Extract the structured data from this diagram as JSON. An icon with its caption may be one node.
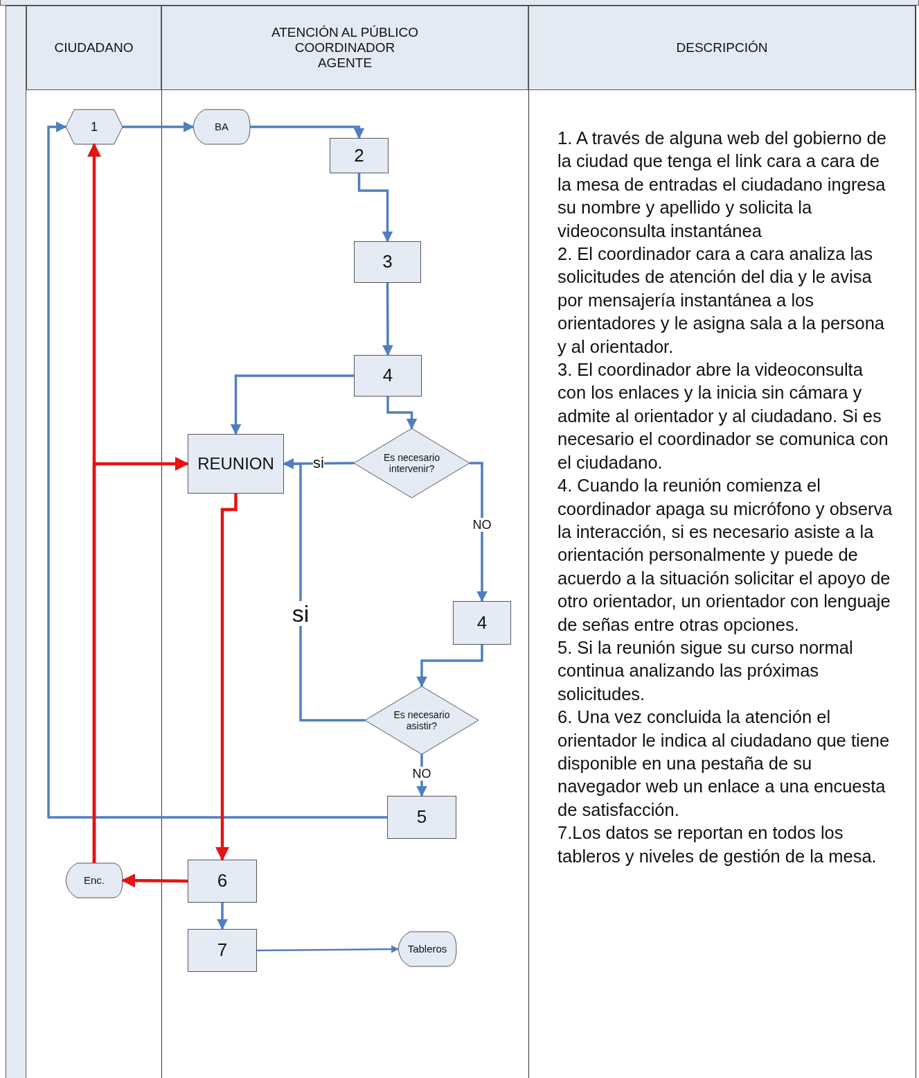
{
  "diagram": {
    "nodes": [
      {
        "text": [
          "CIUDADANO"
        ]
      },
      {
        "text": [
          "ATENCIÓN AL PÚBLICO",
          "COORDINADOR",
          "AGENTE"
        ]
      },
      {
        "text": [
          "DESCRIPCIÓN"
        ]
      },
      {
        "text": [
          "1"
        ]
      },
      {
        "text": [
          "BA"
        ]
      },
      {
        "text": [
          "2"
        ]
      },
      {
        "text": [
          "3"
        ]
      },
      {
        "text": [
          "4"
        ]
      },
      {
        "text": [
          "REUNION"
        ]
      },
      {
        "text": [
          "Es necesario intervenir?"
        ]
      },
      {
        "text": [
          "4"
        ]
      },
      {
        "text": [
          "Es necesario asistir?"
        ]
      },
      {
        "text": [
          "5"
        ]
      },
      {
        "text": [
          "Enc."
        ]
      },
      {
        "text": [
          "6"
        ]
      },
      {
        "text": [
          "7"
        ]
      },
      {
        "text": [
          "Tableros"
        ]
      }
    ],
    "edges": [
      {
        "from": 3,
        "to": 4,
        "arrow": "to"
      },
      {
        "from": 4,
        "to": 5,
        "arrow": "to"
      },
      {
        "from": 5,
        "to": 6,
        "arrow": "to"
      },
      {
        "from": 6,
        "to": 7,
        "arrow": "to"
      },
      {
        "from": 7,
        "to": 8,
        "arrow": "to"
      },
      {
        "from": 7,
        "to": 9,
        "arrow": "to"
      },
      {
        "from": 9,
        "to": 8,
        "arrow": "to",
        "label": "si"
      },
      {
        "from": 9,
        "to": 10,
        "arrow": "to",
        "label": "NO"
      },
      {
        "from": 10,
        "to": 11,
        "arrow": "to"
      },
      {
        "from": 11,
        "to": 8,
        "arrow": "to",
        "label": "si"
      },
      {
        "from": 11,
        "to": 12,
        "arrow": "to",
        "label": "NO"
      },
      {
        "from": 12,
        "to": 3,
        "arrow": "to"
      },
      {
        "from": 8,
        "to": 14,
        "arrow": "to",
        "color": "#e31414"
      },
      {
        "from": 14,
        "to": 13,
        "arrow": "to",
        "color": "#e31414"
      },
      {
        "from": 13,
        "to": 3,
        "arrow": "to",
        "color": "#e31414"
      },
      {
        "from": 13,
        "to": 8,
        "arrow": "to",
        "color": "#e31414"
      },
      {
        "from": 14,
        "to": 15,
        "arrow": "to"
      },
      {
        "from": 15,
        "to": 16,
        "arrow": "to"
      }
    ],
    "labels": [
      "1.  A través de alguna web del gobierno de la ciudad que tenga el link cara a cara de la mesa de entradas el ciudadano ingresa su nombre y apellido y solicita la videoconsulta instantánea",
      "2.  El coordinador cara a cara analiza las solicitudes de atención del dia y le avisa por mensajería instantánea a los orientadores y le asigna sala a la persona y al orientador.",
      "3.  El coordinador abre la videoconsulta con los enlaces y la inicia sin cámara y admite al orientador y al ciudadano. Si es necesario el coordinador se comunica con el ciudadano.",
      "4.  Cuando la reunión comienza el coordinador apaga su micrófono y observa la interacción, si es necesario asiste a la orientación personalmente y puede de acuerdo a la situación solicitar el apoyo de otro orientador, un orientador con lenguaje de señas entre otras opciones.",
      "5.  Si la reunión sigue su curso normal continua analizando las próximas solicitudes.",
      "6.  Una vez concluida la atención el orientador le indica al ciudadano que tiene disponible en una pestaña de su navegador web un enlace a una encuesta de satisfacción.",
      "7.Los datos se reportan en todos los tableros y niveles de gestión de la mesa."
    ]
  }
}
